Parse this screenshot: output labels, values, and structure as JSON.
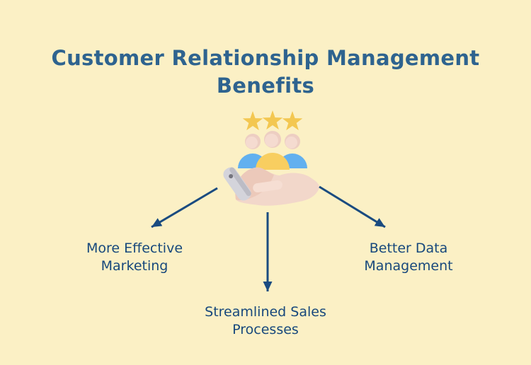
{
  "title": "Customer Relationship Management Benefits",
  "benefits": [
    {
      "label": "More Effective Marketing"
    },
    {
      "label": "Streamlined Sales Processes"
    },
    {
      "label": "Better Data Management"
    }
  ],
  "icons": {
    "center": "hand-holding-rated-customers-icon",
    "parts": [
      "star-icon",
      "person-icon",
      "hand-icon",
      "sleeve-cuff"
    ]
  },
  "colors": {
    "background": "#FBF0C5",
    "title": "#2E638F",
    "label": "#17487C",
    "arrow": "#1A4B80",
    "star": "#F3C751",
    "person_skin": "#EDCEC2",
    "person_skin_light": "#F5DBD0",
    "body_blue": "#62B0EF",
    "body_yellow": "#F8CE60",
    "hand": "#F2D7CA",
    "hand_shade": "#ECC9BA",
    "thumb": "#F6DED3",
    "cuff": "#D4D4DB",
    "cuff_shade": "#BCBCC5",
    "cuff_dot": "#75757E"
  }
}
